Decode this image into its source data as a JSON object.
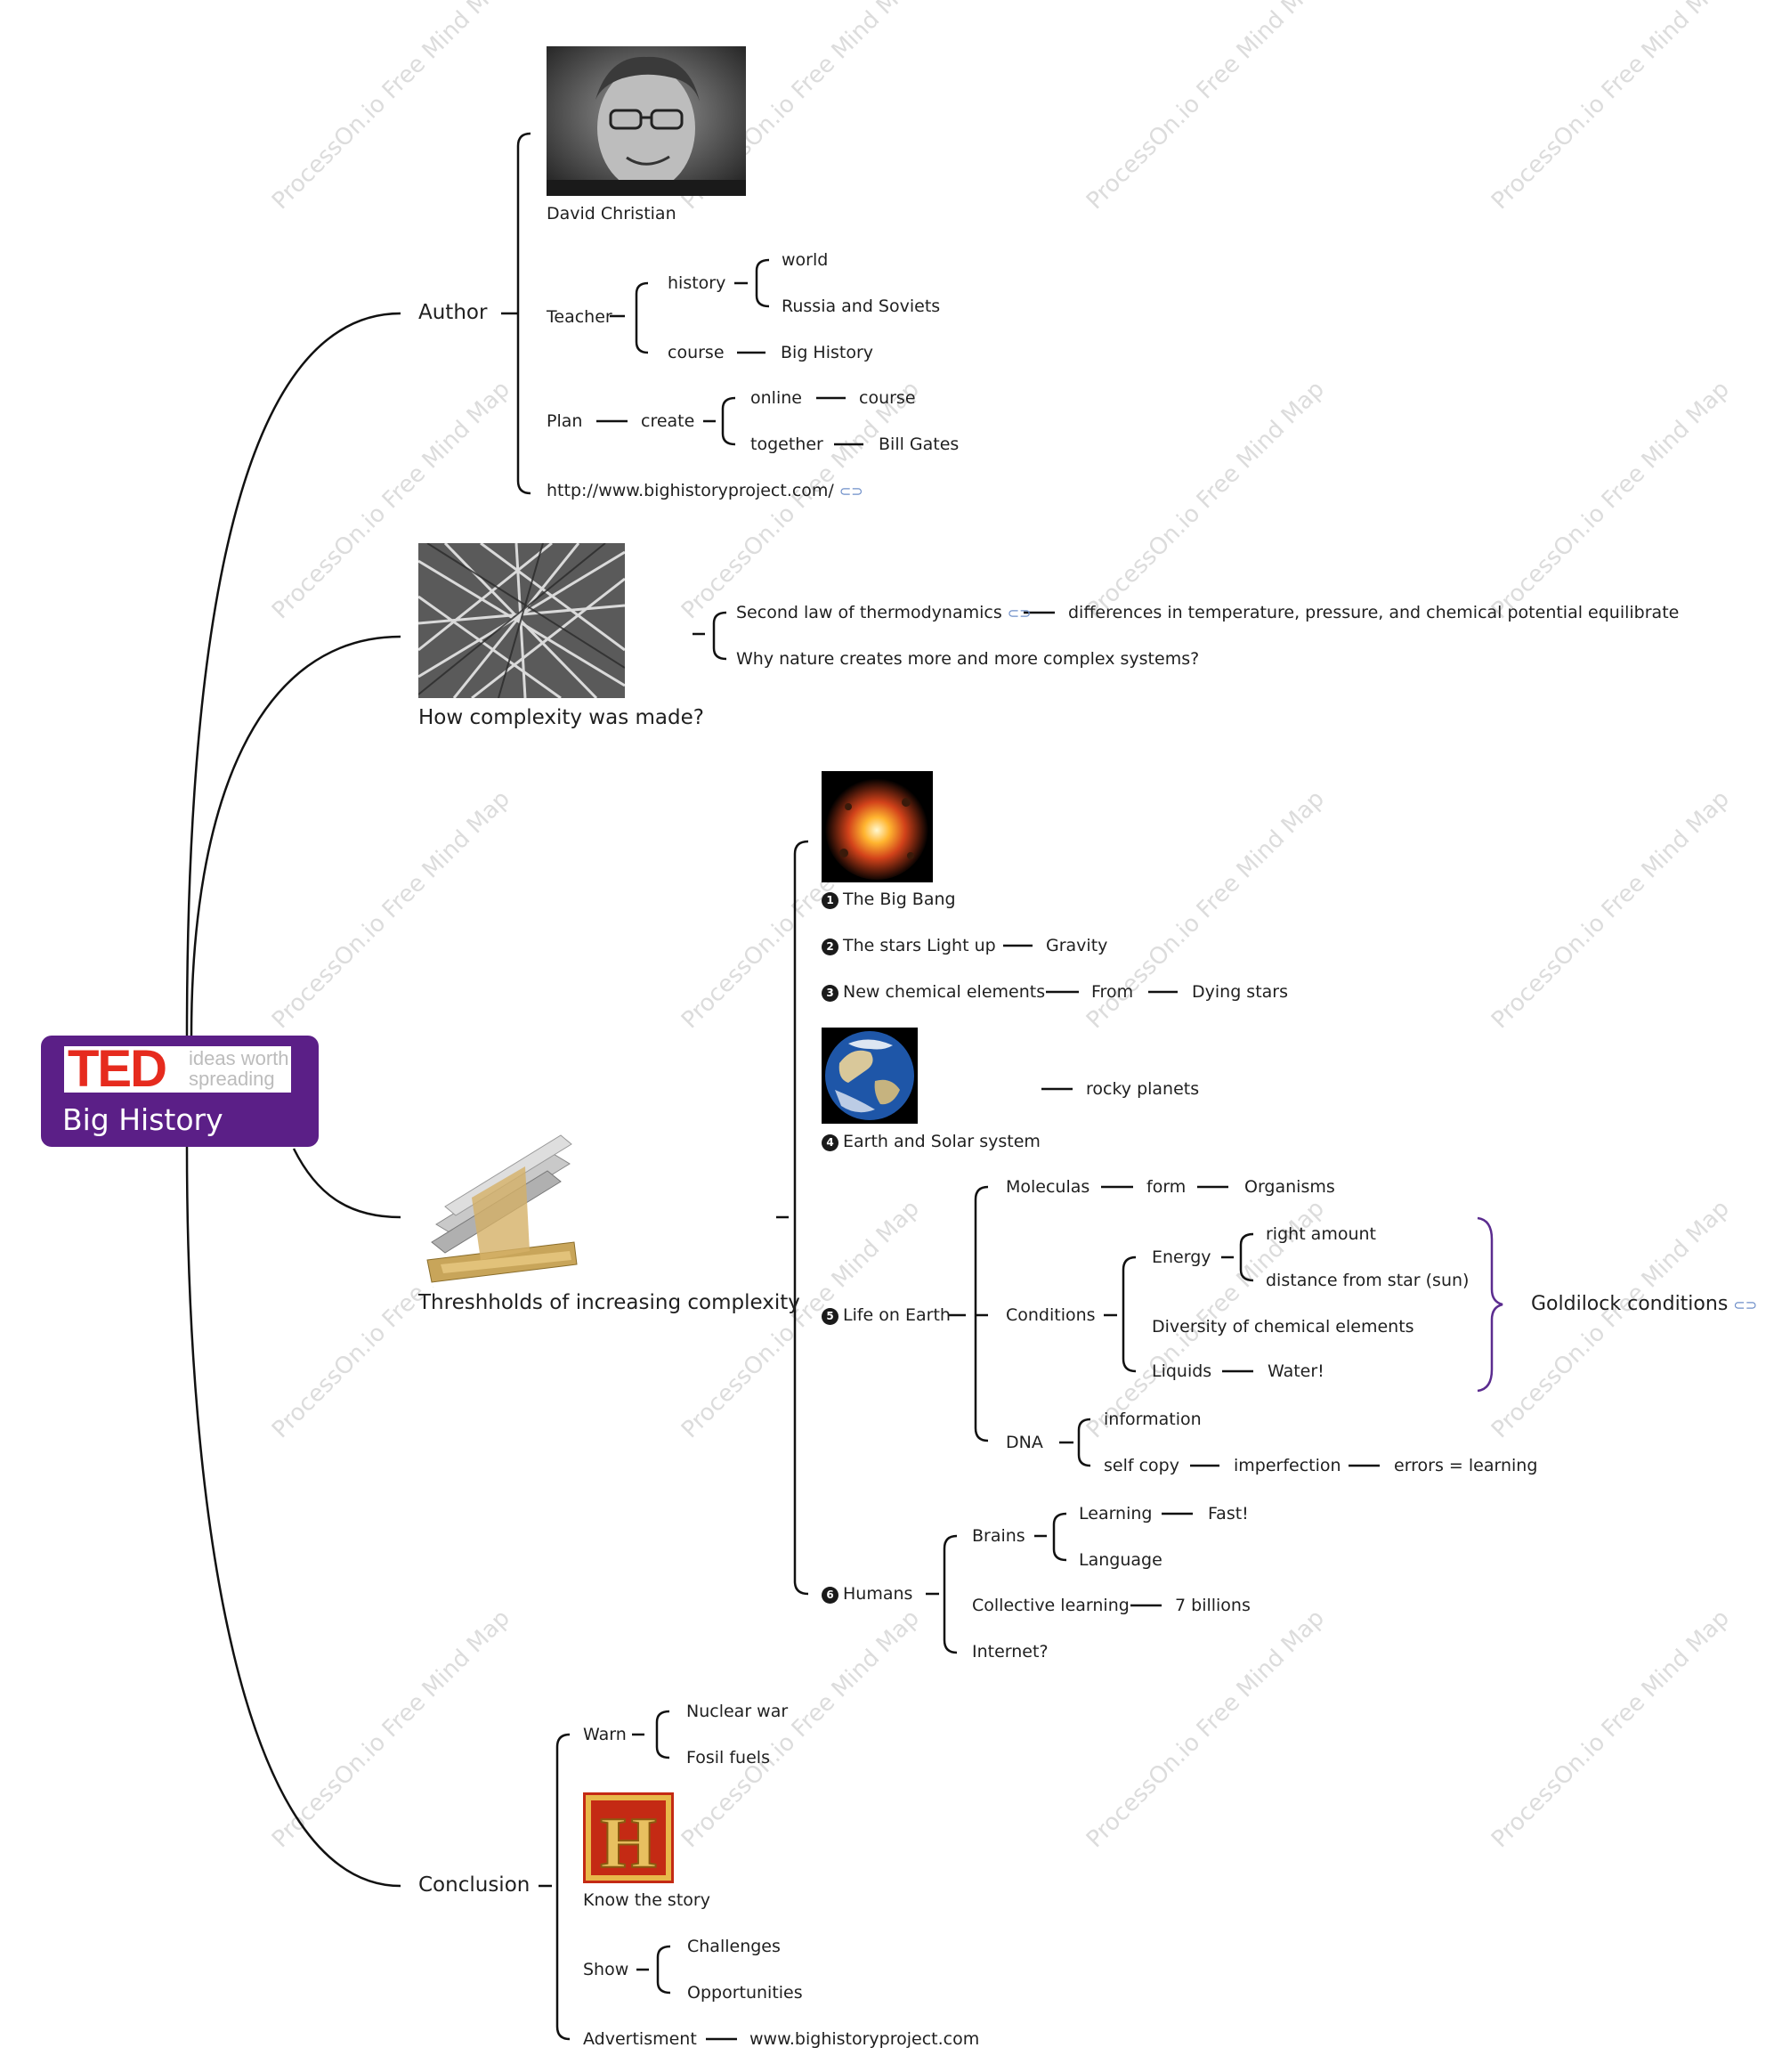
{
  "root": {
    "logo": "TED",
    "tagline_1": "ideas worth",
    "tagline_2": "spreading",
    "title": "Big History"
  },
  "watermark": "ProcessOn.io Free Mind Map",
  "colors": {
    "root_bg": "#5b1f87",
    "ted_red": "#e62b1e",
    "line": "#111111",
    "brace": "#5b2c8f",
    "link_icon": "#6f8fc9"
  },
  "author": {
    "label": "Author",
    "photo_caption": "David Christian",
    "teacher": "Teacher",
    "history": "history",
    "world": "world",
    "russia": "Russia and Soviets",
    "course": "course",
    "big_history": "Big History",
    "plan": "Plan",
    "create": "create",
    "online": "online",
    "online_course": "course",
    "together": "together",
    "bill_gates": "Bill Gates",
    "url": "http://www.bighistoryproject.com/",
    "link_icon": "link-icon"
  },
  "complexity": {
    "label": "How complexity was made?",
    "second_law": "Second law of thermodynamics",
    "differences": "differences in temperature, pressure, and chemical potential equilibrate",
    "why": "Why nature creates more and more complex systems?"
  },
  "thresholds": {
    "label": "Threshholds of increasing complexity",
    "n1": "1",
    "big_bang": "The Big Bang",
    "n2": "2",
    "stars": "The stars Light up",
    "gravity": "Gravity",
    "n3": "3",
    "chem": "New chemical elements",
    "from": "From",
    "dying": "Dying stars",
    "n4": "4",
    "earth": "Earth and Solar system",
    "rocky": "rocky planets",
    "n5": "5",
    "life": "Life on Earth",
    "moleculas": "Moleculas",
    "form": "form",
    "organisms": "Organisms",
    "conditions": "Conditions",
    "energy": "Energy",
    "right_amount": "right amount",
    "distance": "distance from star (sun)",
    "diversity": "Diversity of chemical elements",
    "liquids": "Liquids",
    "water": "Water!",
    "goldilock": "Goldilock conditions",
    "dna": "DNA",
    "information": "information",
    "self_copy": "self copy",
    "imperfection": "imperfection",
    "errors": "errors = learning",
    "n6": "6",
    "humans": "Humans",
    "brains": "Brains",
    "learning": "Learning",
    "fast": "Fast!",
    "language": "Language",
    "collective": "Collective learning",
    "billions": "7 billions",
    "internet": "Internet?"
  },
  "conclusion": {
    "label": "Conclusion",
    "warn": "Warn",
    "nuclear": "Nuclear war",
    "fosil": "Fosil fuels",
    "know": "Know the story",
    "history_logo": "H",
    "show": "Show",
    "challenges": "Challenges",
    "opportunities": "Opportunities",
    "advert": "Advertisment",
    "site": "www.bighistoryproject.com"
  }
}
